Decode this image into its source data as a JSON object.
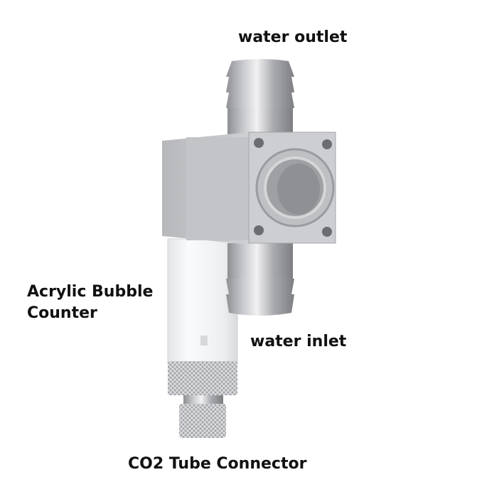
{
  "image": {
    "subject": "CO2 diffuser / bubble counter inline fitting",
    "background_color": "#ffffff"
  },
  "labels": {
    "water_outlet": "water outlet",
    "acrylic_line1": "Acrylic Bubble",
    "acrylic_line2": "Counter",
    "water_inlet": "water inlet",
    "co2_connector": "CO2 Tube Connector"
  },
  "colors": {
    "metal_light": "#d9d9db",
    "metal_mid": "#b4b5b8",
    "metal_dark": "#8e8f93",
    "acrylic": "#eef0f2",
    "text": "#111111"
  }
}
